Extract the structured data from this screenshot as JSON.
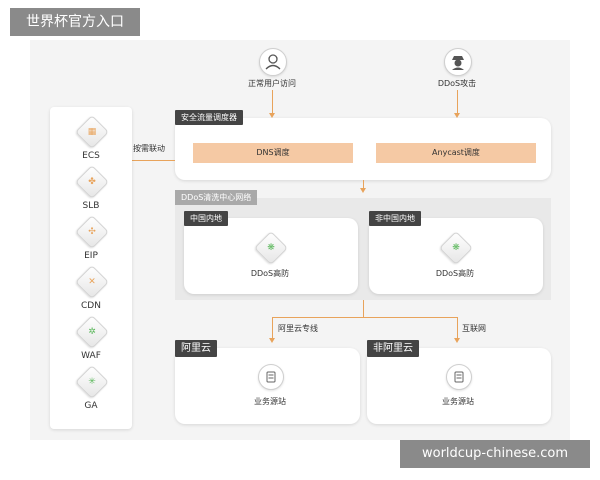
{
  "watermark_top": "世界杯官方入口",
  "watermark_bottom": "worldcup-chinese.com",
  "top_nodes": {
    "normal_user": "正常用户访问",
    "ddos_attack": "DDoS攻击"
  },
  "scheduler": {
    "title": "安全流量调度器",
    "dns": "DNS调度",
    "anycast": "Anycast调度"
  },
  "edge_label": "按需联动",
  "side_products": [
    "ECS",
    "SLB",
    "EIP",
    "CDN",
    "WAF",
    "GA"
  ],
  "cleaning_center": {
    "title": "DDoS清洗中心网络",
    "regions": [
      {
        "title": "中国内地",
        "node": "DDoS高防"
      },
      {
        "title": "非中国内地",
        "node": "DDoS高防"
      }
    ]
  },
  "routes": {
    "aliyun_line": "阿里云专线",
    "internet": "互联网"
  },
  "origins": [
    {
      "title": "阿里云",
      "node": "业务源站"
    },
    {
      "title": "非阿里云",
      "node": "业务源站"
    }
  ],
  "colors": {
    "accent_orange": "#e8a35b",
    "box_orange": "#f5c9a4",
    "tag_dark": "#444444",
    "tag_gray": "#a9a9a9",
    "shield_green": "#5cb85c"
  }
}
